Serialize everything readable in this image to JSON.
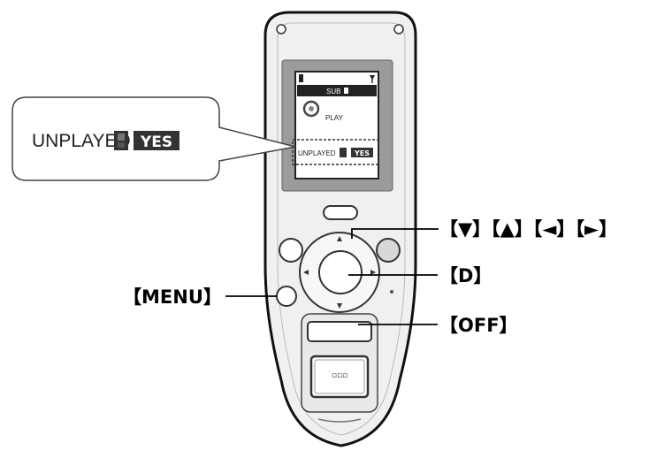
{
  "callout": {
    "status_text": "UNPLAYED",
    "value_badge": "YES",
    "status_icon": "mailbox-icon"
  },
  "screen": {
    "mode_text": "SUB",
    "play_text": "PLAY",
    "status_text": "UNPLAYED",
    "value_badge": "YES"
  },
  "labels": {
    "navigator": "【▼】【▲】【◄】【►】",
    "d_button": "【D】",
    "menu_button": "【MENU】",
    "off_button": "【OFF】"
  },
  "keypad": {
    "button_text": "▫▫▫"
  }
}
